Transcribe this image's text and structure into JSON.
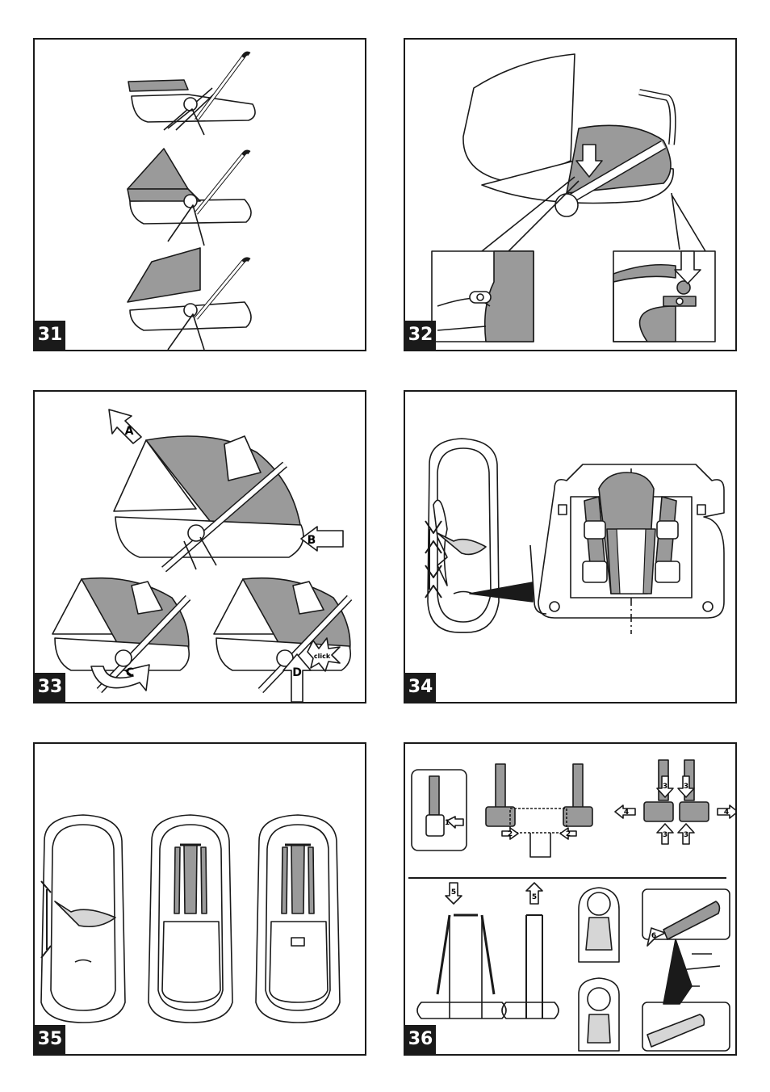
{
  "colors": {
    "ink": "#1a1a1a",
    "fill": "#9a9a9a",
    "light": "#d6d6d6",
    "paper": "#ffffff"
  },
  "panels": [
    {
      "number": "31"
    },
    {
      "number": "32"
    },
    {
      "number": "33",
      "labels": [
        "A",
        "B",
        "C",
        "D",
        "click"
      ]
    },
    {
      "number": "34"
    },
    {
      "number": "35"
    },
    {
      "number": "36",
      "steps": [
        "1",
        "2",
        "2",
        "3",
        "3",
        "3",
        "3",
        "4",
        "4",
        "5",
        "5",
        "6"
      ]
    }
  ]
}
